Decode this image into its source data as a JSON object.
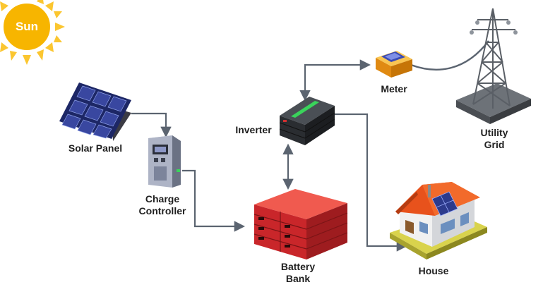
{
  "labels": {
    "sun": "Sun",
    "solar_panel": "Solar Panel",
    "charge_controller": [
      "Charge",
      "Controller"
    ],
    "battery_bank": [
      "Battery",
      "Bank"
    ],
    "inverter": "Inverter",
    "meter": "Meter",
    "utility_grid": [
      "Utility",
      "Grid"
    ],
    "house": "House"
  },
  "colors": {
    "sun": "#f7b500",
    "sun_rays": "#fbc630",
    "connector": "#5b6470",
    "battery": "#d8282a",
    "panel": "#2c3a8c",
    "meter": "#f5a623",
    "roof": "#e8521c",
    "inverter": "#2b2b2b",
    "status_light": "#3ad35b"
  },
  "icons": [
    "sun-icon",
    "solar-panel-icon",
    "charge-controller-icon",
    "battery-bank-icon",
    "inverter-icon",
    "meter-icon",
    "utility-tower-icon",
    "house-icon"
  ]
}
